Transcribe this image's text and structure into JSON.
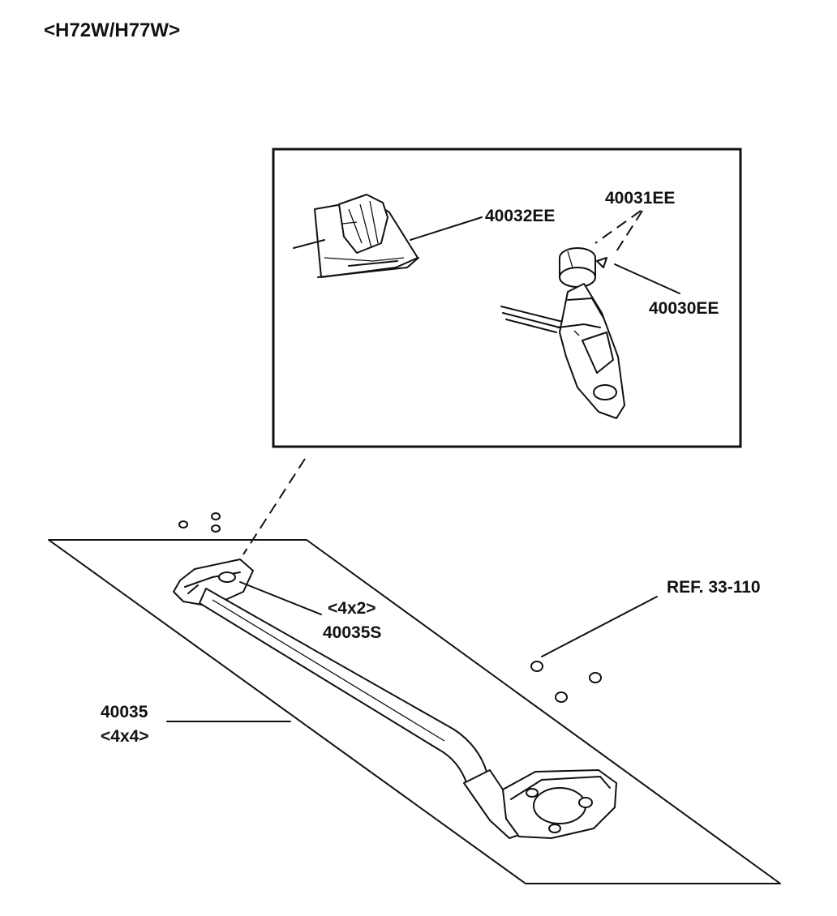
{
  "diagram": {
    "title": "<H72W/H77W>",
    "callouts": {
      "part_40032ee": "40032EE",
      "part_40031ee": "40031EE",
      "part_40030ee": "40030EE",
      "ref_33_110": "REF. 33-110",
      "variant_4x2": "<4x2>",
      "part_40035s": "40035S",
      "part_40035": "40035",
      "variant_4x4": "<4x4>"
    }
  }
}
